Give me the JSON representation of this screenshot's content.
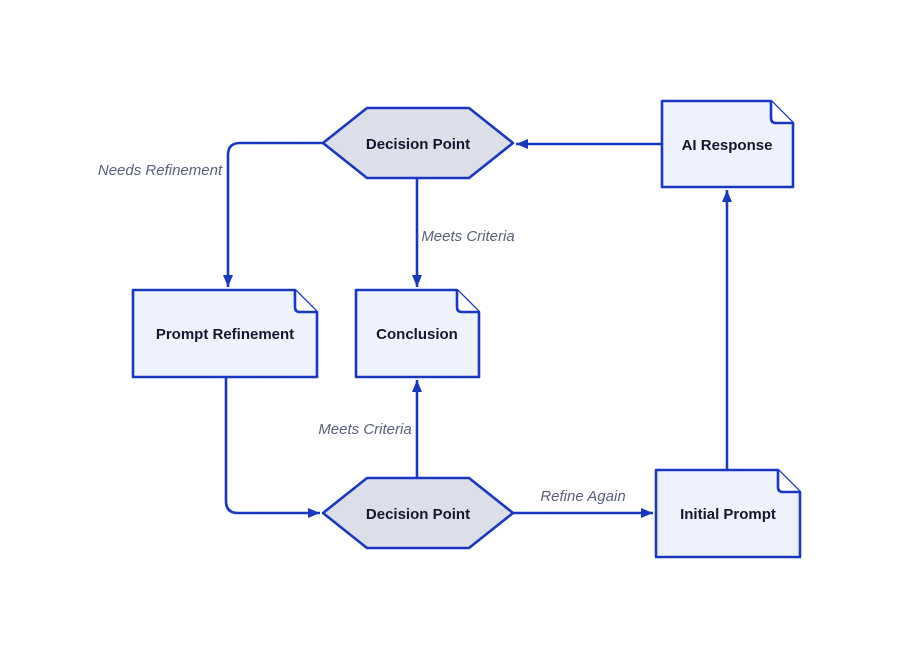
{
  "colors": {
    "background": "#ffffff",
    "line": "#1938c2",
    "hexagon_fill": "#dcdee9",
    "document_fill": "#eef2fc",
    "node_text": "#14172d",
    "edge_label": "#5a5f78"
  },
  "diagram": {
    "type": "flowchart",
    "nodes": {
      "decision_top": {
        "label": "Decision Point",
        "shape": "hexagon"
      },
      "ai_response": {
        "label": "AI Response",
        "shape": "document"
      },
      "prompt_refinement": {
        "label": "Prompt Refinement",
        "shape": "document"
      },
      "conclusion": {
        "label": "Conclusion",
        "shape": "document"
      },
      "decision_bottom": {
        "label": "Decision Point",
        "shape": "hexagon"
      },
      "initial_prompt": {
        "label": "Initial Prompt",
        "shape": "document"
      }
    },
    "edges": {
      "ai_to_decision_top": {
        "from": "ai_response",
        "to": "decision_top",
        "label": ""
      },
      "decision_top_to_refinement": {
        "from": "decision_top",
        "to": "prompt_refinement",
        "label": "Needs Refinement"
      },
      "decision_top_to_conclusion": {
        "from": "decision_top",
        "to": "conclusion",
        "label": "Meets Criteria"
      },
      "decision_bottom_to_conclusion": {
        "from": "decision_bottom",
        "to": "conclusion",
        "label": "Meets Criteria"
      },
      "refinement_to_decision_bottom": {
        "from": "prompt_refinement",
        "to": "decision_bottom",
        "label": ""
      },
      "decision_bottom_to_initial": {
        "from": "decision_bottom",
        "to": "initial_prompt",
        "label": "Refine Again"
      },
      "initial_to_ai": {
        "from": "initial_prompt",
        "to": "ai_response",
        "label": ""
      }
    }
  }
}
